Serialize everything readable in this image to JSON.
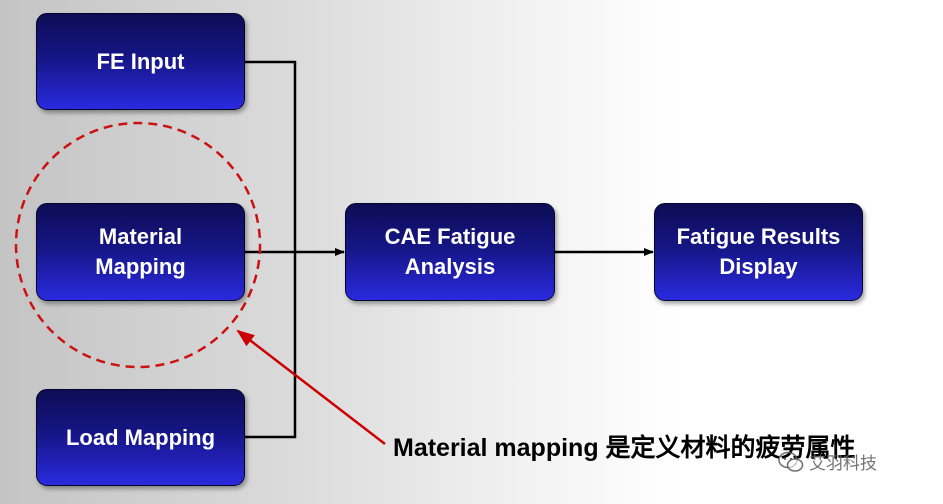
{
  "nodes": {
    "fe_input": "FE Input",
    "material_mapping": "Material\nMapping",
    "load_mapping": "Load Mapping",
    "cae_fatigue": "CAE Fatigue\nAnalysis",
    "fatigue_results": "Fatigue Results\nDisplay"
  },
  "annotation": "Material mapping 是定义材料的疲劳属性",
  "watermark": "艾羽科技",
  "colors": {
    "node_fill": "#1a1aa0",
    "connector": "#000000",
    "highlight": "#cc0000"
  }
}
